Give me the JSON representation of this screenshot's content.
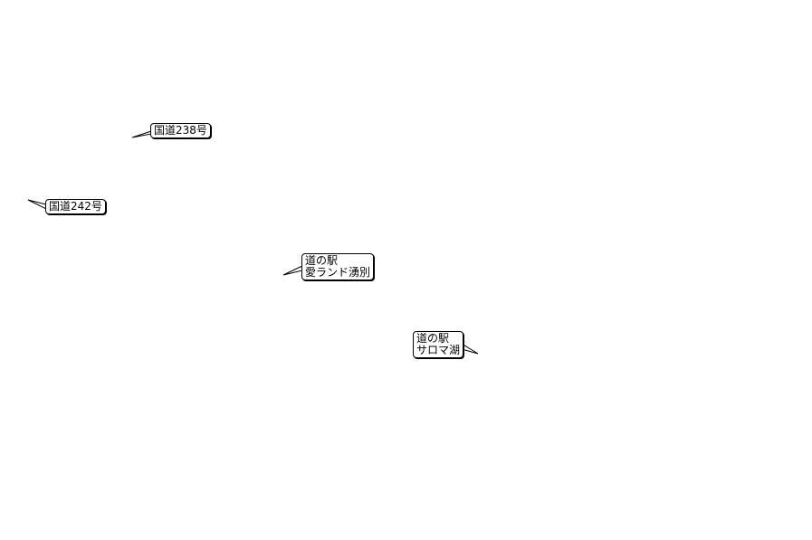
{
  "map": {
    "labels": [
      {
        "lines": [
          "国道238号"
        ]
      },
      {
        "lines": [
          "国道242号"
        ]
      },
      {
        "lines": [
          "道の駅",
          "愛ランド湧別"
        ]
      },
      {
        "lines": [
          "道の駅",
          "サロマ湖"
        ]
      }
    ]
  },
  "colors": {
    "background": "#ffffff",
    "outline": "#000000"
  }
}
